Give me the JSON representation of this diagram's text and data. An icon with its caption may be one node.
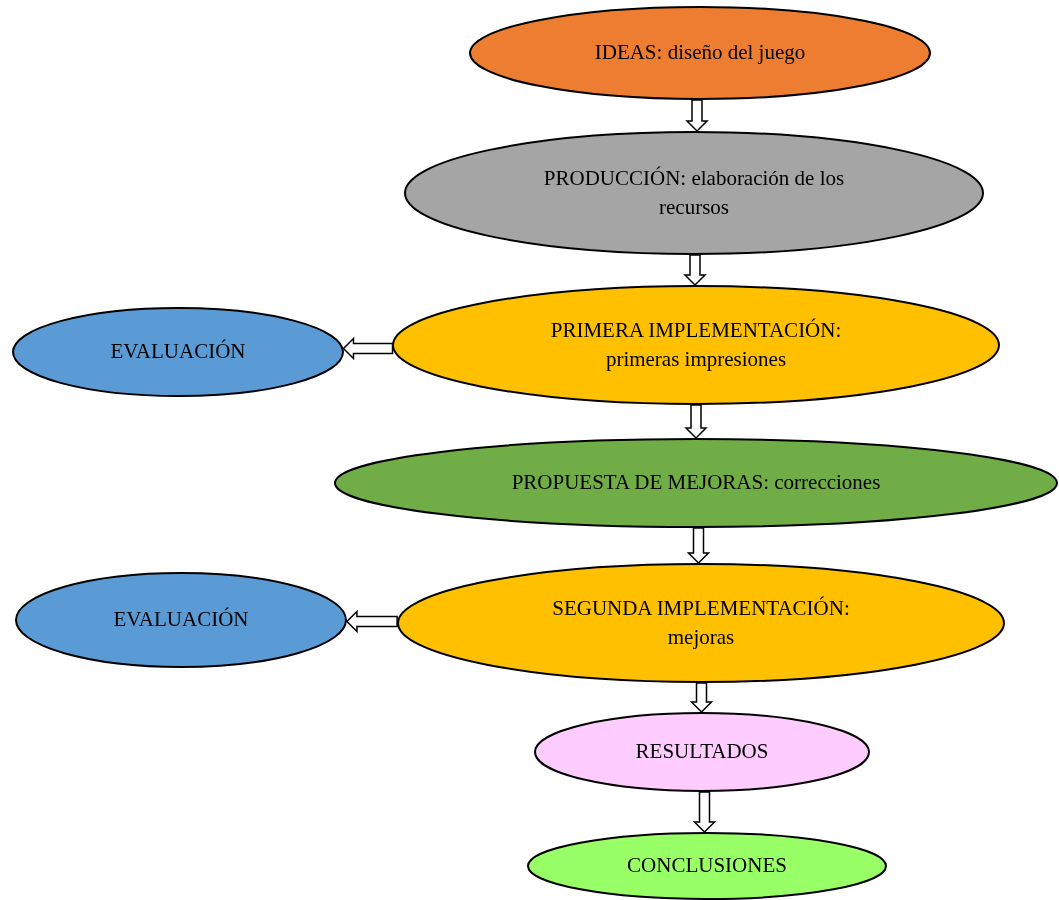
{
  "diagram": {
    "nodes": [
      {
        "text": [
          "IDEAS: diseño del juego"
        ]
      },
      {
        "text": [
          "PRODUCCIÓN: elaboración de los recursos"
        ]
      },
      {
        "text": [
          "EVALUACIÓN"
        ]
      },
      {
        "text": [
          "PRIMERA IMPLEMENTACIÓN: primeras impresiones"
        ]
      },
      {
        "text": [
          "PROPUESTA DE MEJORAS: correcciones"
        ]
      },
      {
        "text": [
          "EVALUACIÓN"
        ]
      },
      {
        "text": [
          "SEGUNDA IMPLEMENTACIÓN: mejoras"
        ]
      },
      {
        "text": [
          "RESULTADOS"
        ]
      },
      {
        "text": [
          "CONCLUSIONES"
        ]
      }
    ],
    "edges": [
      {
        "from": 0,
        "to": 1,
        "arrow": "to"
      },
      {
        "from": 1,
        "to": 3,
        "arrow": "to"
      },
      {
        "from": 3,
        "to": 2,
        "arrow": "to"
      },
      {
        "from": 3,
        "to": 4,
        "arrow": "to"
      },
      {
        "from": 4,
        "to": 6,
        "arrow": "to"
      },
      {
        "from": 6,
        "to": 5,
        "arrow": "to"
      },
      {
        "from": 6,
        "to": 7,
        "arrow": "to"
      },
      {
        "from": 7,
        "to": 8,
        "arrow": "to"
      }
    ]
  }
}
